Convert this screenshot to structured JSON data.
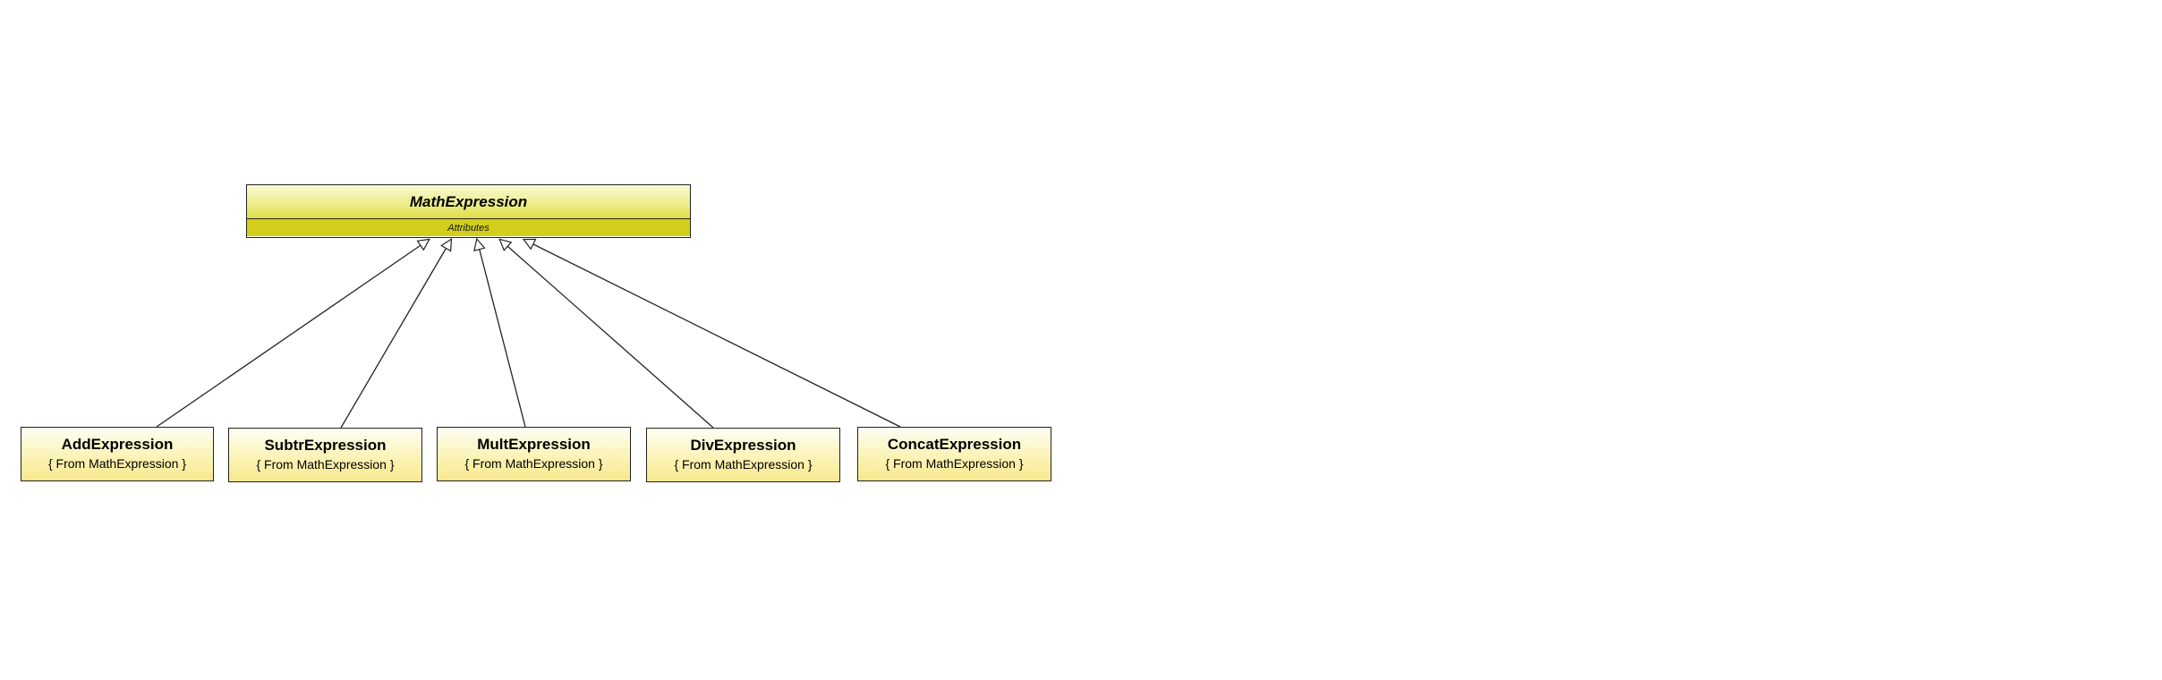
{
  "diagram": {
    "parent": {
      "name": "MathExpression",
      "section_label": "Attributes"
    },
    "children": [
      {
        "name": "AddExpression",
        "stereotype": "{ From MathExpression }"
      },
      {
        "name": "SubtrExpression",
        "stereotype": "{ From MathExpression }"
      },
      {
        "name": "MultExpression",
        "stereotype": "{ From MathExpression }"
      },
      {
        "name": "DivExpression",
        "stereotype": "{ From MathExpression }"
      },
      {
        "name": "ConcatExpression",
        "stereotype": "{ From MathExpression }"
      }
    ],
    "relation": "generalization",
    "colors": {
      "parent_header": "#ecec86",
      "parent_attributes": "#d3cf1c",
      "child_fill": "#fbf3b6",
      "border": "#222222"
    }
  }
}
